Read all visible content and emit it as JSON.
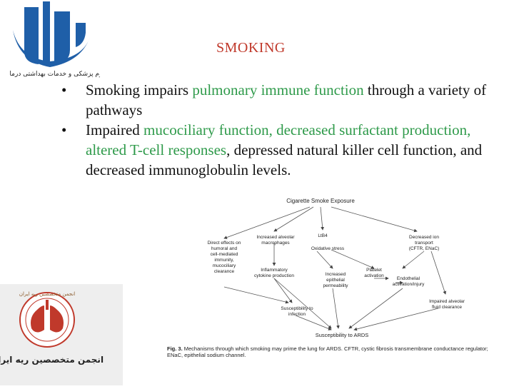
{
  "slide": {
    "title": "SMOKING",
    "bullets": [
      {
        "parts": [
          {
            "text": "Smoking impairs ",
            "hl": false
          },
          {
            "text": "pulmonary immune function",
            "hl": true
          },
          {
            "text": " through a variety of pathways",
            "hl": false
          }
        ]
      },
      {
        "parts": [
          {
            "text": "Impaired ",
            "hl": false
          },
          {
            "text": "mucociliary function, decreased surfactant production, altered T-cell responses",
            "hl": true
          },
          {
            "text": ", depressed natural killer cell function, and decreased immunoglobulin levels.",
            "hl": false
          }
        ]
      }
    ],
    "bullet_glyph": "•",
    "colors": {
      "title": "#c0392b",
      "highlight": "#2e9a4a",
      "text": "#111111"
    }
  },
  "logos": {
    "top_caption": "دانشگاه علوم پزشکی و خدمات بهداشتی درمانی کردستان",
    "bottom_caption": "انجمن متخصصین ریه ایران",
    "bottom_ring_text": "انجمن متخصصین ریه ایران"
  },
  "figure": {
    "nodes": {
      "top": "Cigarette Smoke Exposure",
      "direct1": "Direct effects on",
      "direct2": "humoral and",
      "direct3": "cell-mediated",
      "direct4": "immunity,",
      "direct5": "mucociliary",
      "direct6": "clearance",
      "alv1": "Increased alveolar",
      "alv2": "macrophages",
      "labl": "LtB4",
      "oxid": "Oxidative stress",
      "dec1": "Decreased ion",
      "dec2": "transport",
      "dec3": "(CFTR, ENaC)",
      "infl1": "Inflammatory",
      "infl2": "cytokine production",
      "epi1": "Increased",
      "epi2": "epithelial",
      "epi3": "permeability",
      "plt1": "Platelet",
      "plt2": "activation",
      "endo1": "Endothelial",
      "endo2": "activation/injury",
      "imp1": "Impaired alveolar",
      "imp2": "fluid clearance",
      "sus1": "Susceptibility to",
      "sus2": "infection",
      "ards": "Susceptibility to ARDS"
    },
    "caption_label": "Fig. 3.",
    "caption_text": " Mechanisms through which smoking may prime the lung for ARDS. CFTR, cystic fibrosis transmembrane conductance regulator; ENaC, epithelial sodium channel."
  }
}
